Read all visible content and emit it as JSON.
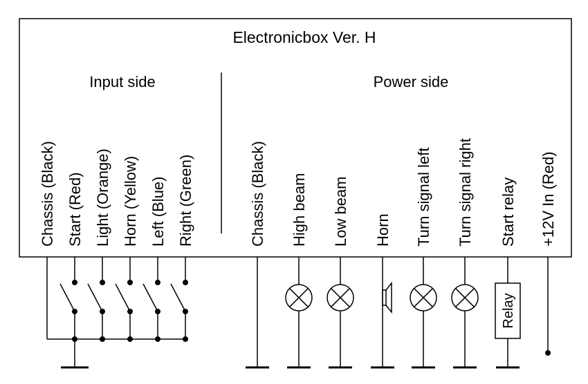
{
  "title": "Electronicbox Ver. H",
  "sections": {
    "input": "Input side",
    "power": "Power side"
  },
  "input_terminals": [
    {
      "label": "Chassis (Black)",
      "kind": "chassis"
    },
    {
      "label": "Start (Red)",
      "kind": "switch"
    },
    {
      "label": "Light (Orange)",
      "kind": "switch"
    },
    {
      "label": "Horn (Yellow)",
      "kind": "switch"
    },
    {
      "label": "Left (Blue)",
      "kind": "switch"
    },
    {
      "label": "Right (Green)",
      "kind": "switch"
    }
  ],
  "power_terminals": [
    {
      "label": "Chassis (Black)",
      "kind": "ground"
    },
    {
      "label": "High beam",
      "kind": "lamp"
    },
    {
      "label": "Low beam",
      "kind": "lamp"
    },
    {
      "label": "Horn",
      "kind": "horn"
    },
    {
      "label": "Turn signal left",
      "kind": "lamp"
    },
    {
      "label": "Turn signal right",
      "kind": "lamp"
    },
    {
      "label": "Start relay",
      "kind": "relay"
    },
    {
      "label": "+12V In (Red)",
      "kind": "supply"
    }
  ],
  "relay_label": "Relay"
}
